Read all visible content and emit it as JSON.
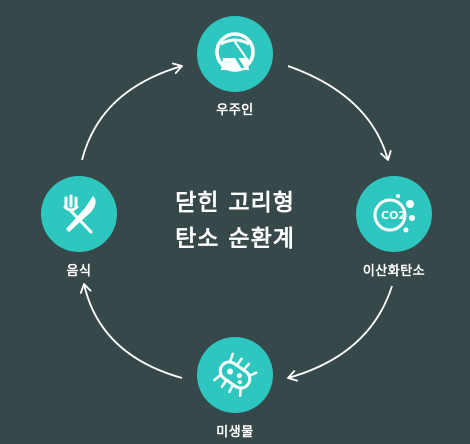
{
  "title": {
    "line1": "닫힌 고리형",
    "line2": "탄소 순환계"
  },
  "nodes": [
    {
      "id": "astronaut",
      "label": "우주인",
      "icon": "astronaut-helmet-icon"
    },
    {
      "id": "co2",
      "label": "이산화탄소",
      "icon": "co2-bubbles-icon",
      "icon_text": "CO2"
    },
    {
      "id": "microbe",
      "label": "미생물",
      "icon": "microbe-icon"
    },
    {
      "id": "food",
      "label": "음식",
      "icon": "fork-knife-icon"
    }
  ],
  "colors": {
    "background": "#36484a",
    "node_fill": "#2ec7bf",
    "arrow": "#ffffff",
    "text": "#ffffff"
  }
}
